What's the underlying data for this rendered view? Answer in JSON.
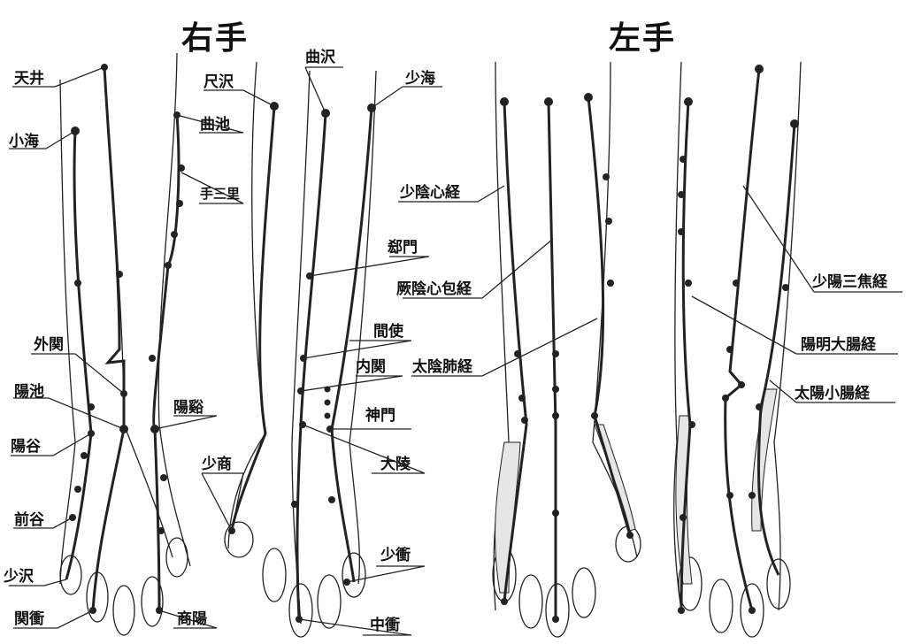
{
  "titles": {
    "right_hand": "右手",
    "left_hand": "左手"
  },
  "colors": {
    "line": "#222222",
    "point": "#222222",
    "highlight": "#e6e6e6",
    "background": "#ffffff"
  },
  "right_hand": {
    "points": {
      "tensei": "天井",
      "shoukai_si": "小海",
      "gaikan": "外関",
      "youchi": "陽池",
      "youkoku": "陽谷",
      "zenkoku": "前谷",
      "shoutaku": "少沢",
      "kanshou": "関衝",
      "shakutaku": "尺沢",
      "kyokuchi": "曲池",
      "tesanri": "手三里",
      "youkei": "陽谿",
      "shoushou": "少商",
      "shouyou": "商陽",
      "kyokutaku": "曲沢",
      "shoukai_ht": "少海",
      "gekimon": "郄門",
      "kanshi": "間使",
      "naikan": "内関",
      "shinmon": "神門",
      "dairyou": "大陵",
      "shoushou_ht": "少衝",
      "chuushou": "中衝"
    }
  },
  "left_hand": {
    "meridians": {
      "shouin_shinkei": "少陰心経",
      "ketsuin_shinpoukei": "厥陰心包経",
      "taiin_haikei": "太陰肺経",
      "shouyou_sanshoukei": "少陽三焦経",
      "youmei_daichoukei": "陽明大腸経",
      "taiyou_shouchoukei": "太陽小腸経"
    }
  }
}
